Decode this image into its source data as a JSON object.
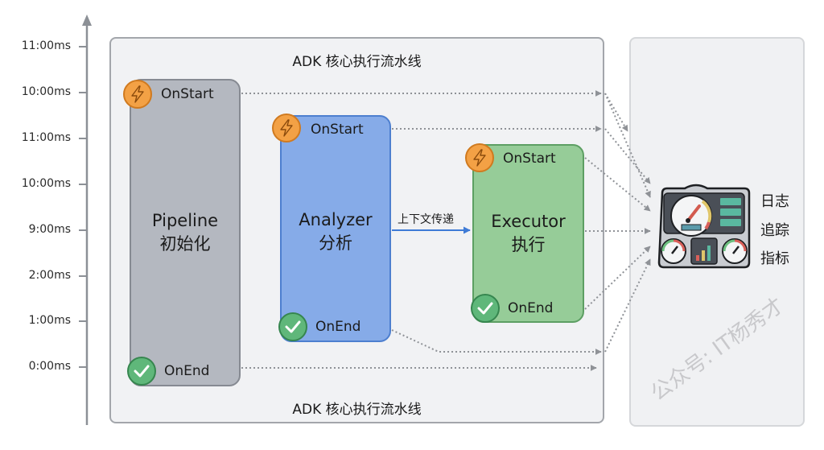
{
  "axis": {
    "ticks": [
      "11:00ms",
      "10:00ms",
      "11:00ms",
      "10:00ms",
      "9:00ms",
      "2:00ms",
      "1:00ms",
      "0:00ms"
    ]
  },
  "main_panel": {
    "title_top": "ADK 核心执行流水线",
    "title_bottom": "ADK 核心执行流水线"
  },
  "stages": [
    {
      "name_en": "Pipeline",
      "name_zh": "初始化",
      "on_start": "OnStart",
      "on_end": "OnEnd",
      "color": "#b4b8c0"
    },
    {
      "name_en": "Analyzer",
      "name_zh": "分析",
      "on_start": "OnStart",
      "on_end": "OnEnd",
      "color": "#86abe8"
    },
    {
      "name_en": "Executor",
      "name_zh": "执行",
      "on_start": "OnStart",
      "on_end": "OnEnd",
      "color": "#96cc98"
    }
  ],
  "edge": {
    "label": "上下文传递",
    "color": "#3f7bd6"
  },
  "observability": {
    "icon": "dashboard-icon",
    "labels": [
      "日志",
      "追踪",
      "指标"
    ]
  },
  "watermark": "公众号: IT杨秀才"
}
